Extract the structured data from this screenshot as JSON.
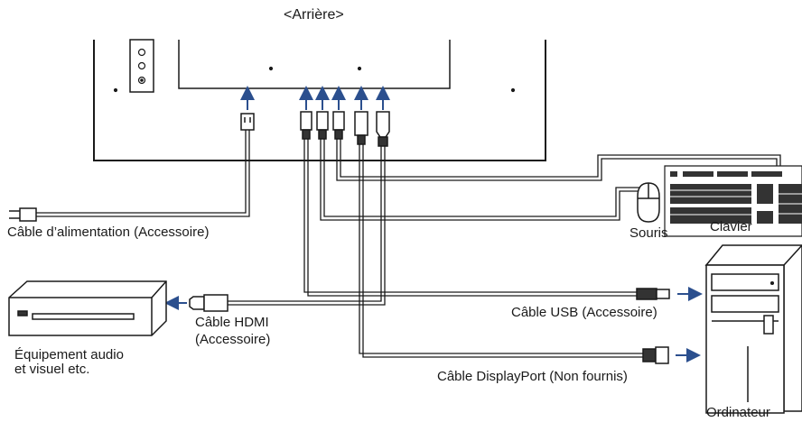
{
  "title": "<Arrière>",
  "labels": {
    "power_cable": "Câble d’alimentation (Accessoire)",
    "mouse": "Souris",
    "keyboard": "Clavier",
    "hdmi_cable_line1": "Câble HDMI",
    "hdmi_cable_line2": "(Accessoire)",
    "av_equipment_line1": "Équipement audio",
    "av_equipment_line2": "et visuel etc.",
    "usb_cable": "Câble USB (Accessoire)",
    "displayport_cable": "Câble DisplayPort (Non fournis)",
    "computer": "Ordinateur"
  },
  "colors": {
    "line": "#1a1a1a",
    "arrow": "#2b4f8e",
    "device_fill": "#ffffff",
    "dark_fill": "#333333"
  }
}
